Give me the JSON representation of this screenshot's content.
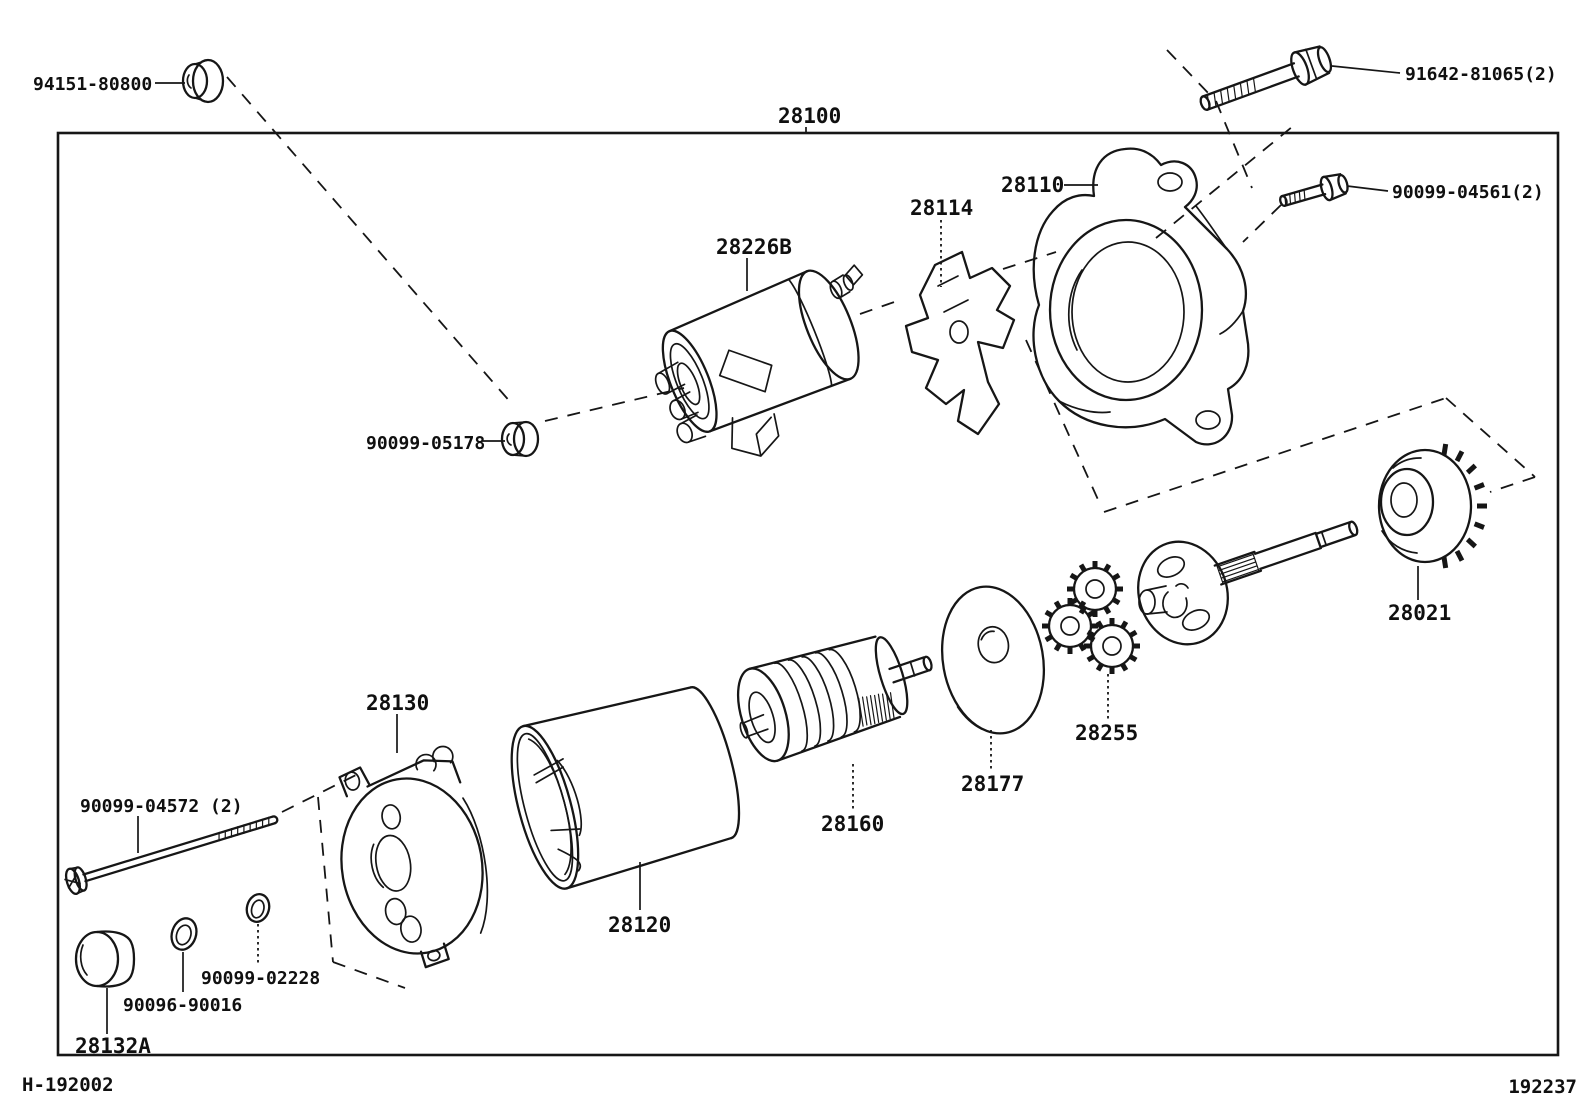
{
  "diagram": {
    "type": "exploded-parts-diagram",
    "assembly": {
      "label": "28100",
      "part": "starter-assembly"
    },
    "footer": {
      "plate_code": "H-192002",
      "figure_code": "192237"
    },
    "parts": [
      {
        "callout": "94151-80800",
        "part": "terminal-nut"
      },
      {
        "callout": "91642-81065(2)",
        "part": "flange-bolt-long"
      },
      {
        "callout": "28110",
        "part": "starter-drive-housing"
      },
      {
        "callout": "90099-04561(2)",
        "part": "flange-bolt-short"
      },
      {
        "callout": "28114",
        "part": "starter-clutch-lever"
      },
      {
        "callout": "28226B",
        "part": "magnetic-switch"
      },
      {
        "callout": "90099-05178",
        "part": "grommet"
      },
      {
        "callout": "28021",
        "part": "starter-clutch"
      },
      {
        "callout": "28255",
        "part": "planetary-gear-set"
      },
      {
        "callout": "28177",
        "part": "plate"
      },
      {
        "callout": "28160",
        "part": "armature"
      },
      {
        "callout": "28130",
        "part": "commutator-end-frame"
      },
      {
        "callout": "90099-04572 (2)",
        "part": "through-bolt"
      },
      {
        "callout": "28120",
        "part": "starter-yoke"
      },
      {
        "callout": "90099-02228",
        "part": "o-ring-small"
      },
      {
        "callout": "90096-90016",
        "part": "o-ring"
      },
      {
        "callout": "28132A",
        "part": "bearing-cap"
      }
    ],
    "colors": {
      "line": "#161616",
      "background": "#ffffff"
    }
  }
}
